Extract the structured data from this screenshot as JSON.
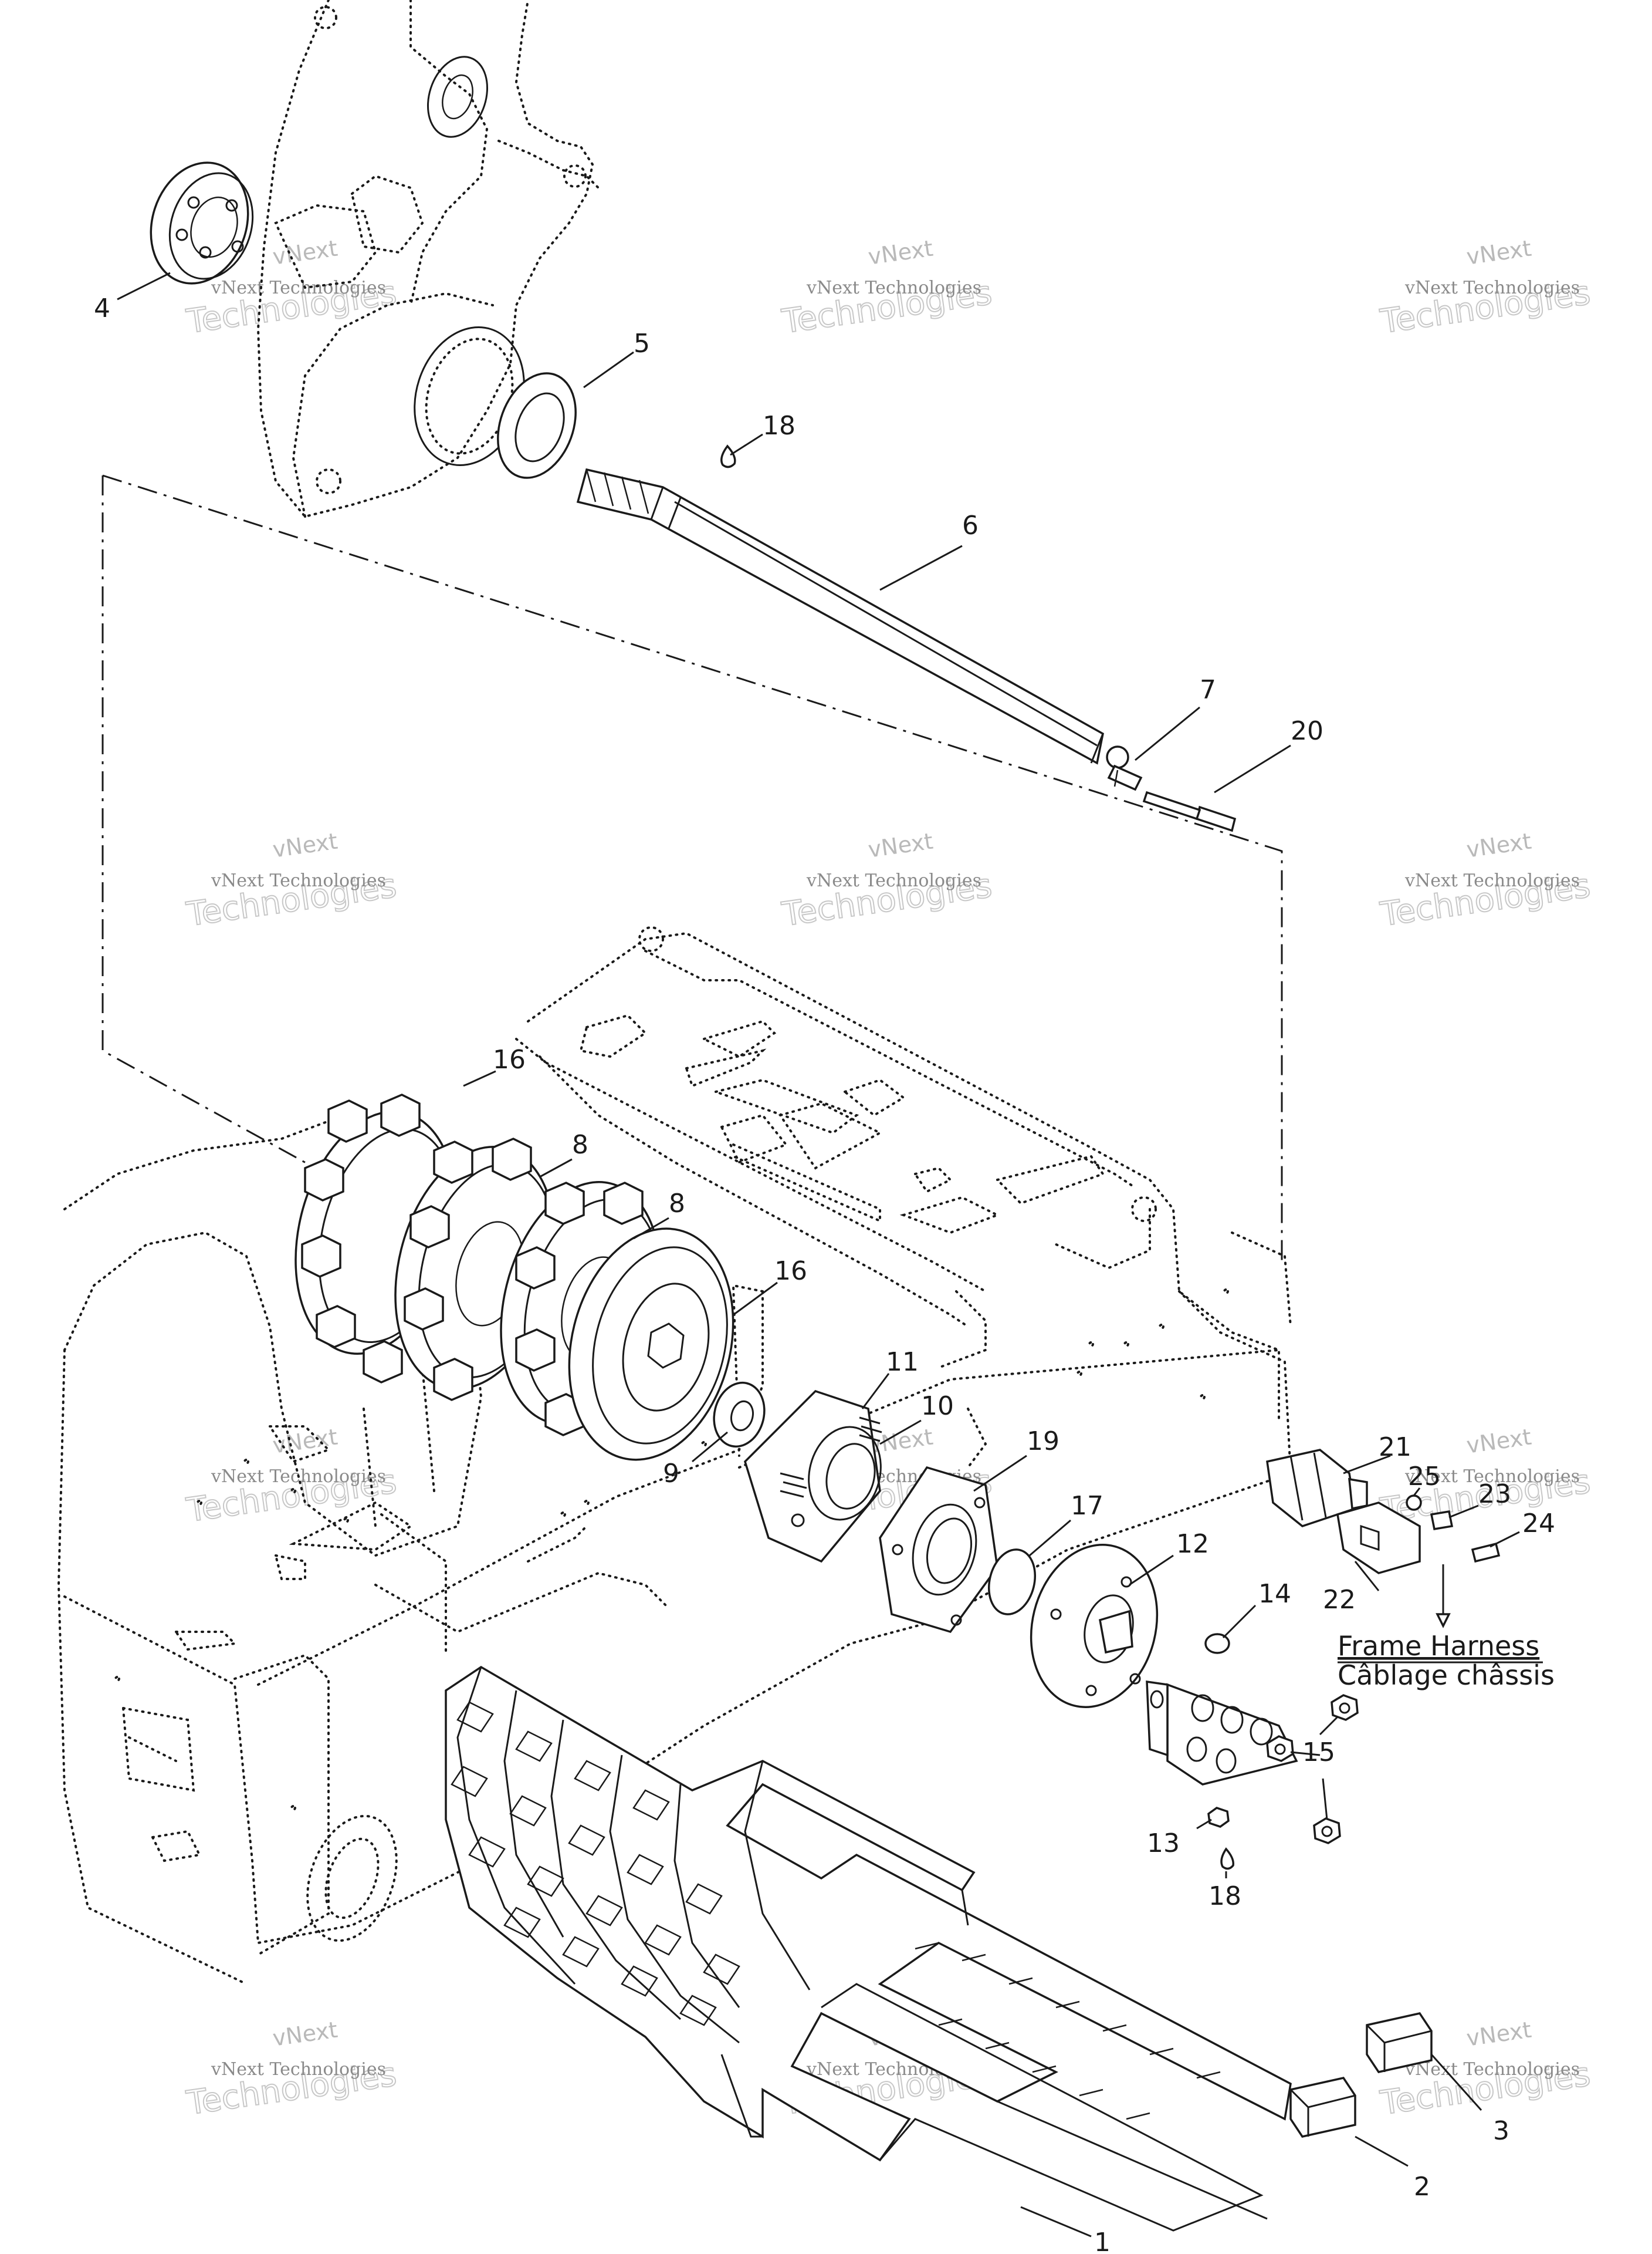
{
  "watermark": {
    "line1": "vNext",
    "line2": "Technologies",
    "line3": "vNext Technologies"
  },
  "callouts": [
    {
      "id": "c4",
      "label": "4"
    },
    {
      "id": "c5",
      "label": "5"
    },
    {
      "id": "c18a",
      "label": "18"
    },
    {
      "id": "c6",
      "label": "6"
    },
    {
      "id": "c7",
      "label": "7"
    },
    {
      "id": "c20",
      "label": "20"
    },
    {
      "id": "c16a",
      "label": "16"
    },
    {
      "id": "c8a",
      "label": "8"
    },
    {
      "id": "c8b",
      "label": "8"
    },
    {
      "id": "c16b",
      "label": "16"
    },
    {
      "id": "c11",
      "label": "11"
    },
    {
      "id": "c10",
      "label": "10"
    },
    {
      "id": "c19",
      "label": "19"
    },
    {
      "id": "c9",
      "label": "9"
    },
    {
      "id": "c17",
      "label": "17"
    },
    {
      "id": "c12",
      "label": "12"
    },
    {
      "id": "c14",
      "label": "14"
    },
    {
      "id": "c21",
      "label": "21"
    },
    {
      "id": "c25",
      "label": "25"
    },
    {
      "id": "c23",
      "label": "23"
    },
    {
      "id": "c24",
      "label": "24"
    },
    {
      "id": "c22",
      "label": "22"
    },
    {
      "id": "c15",
      "label": "15"
    },
    {
      "id": "c13",
      "label": "13"
    },
    {
      "id": "c18b",
      "label": "18"
    },
    {
      "id": "c3",
      "label": "3"
    },
    {
      "id": "c2",
      "label": "2"
    },
    {
      "id": "c1",
      "label": "1"
    }
  ],
  "harness_label": {
    "english": "Frame Harness",
    "french": "Câblage châssis"
  }
}
